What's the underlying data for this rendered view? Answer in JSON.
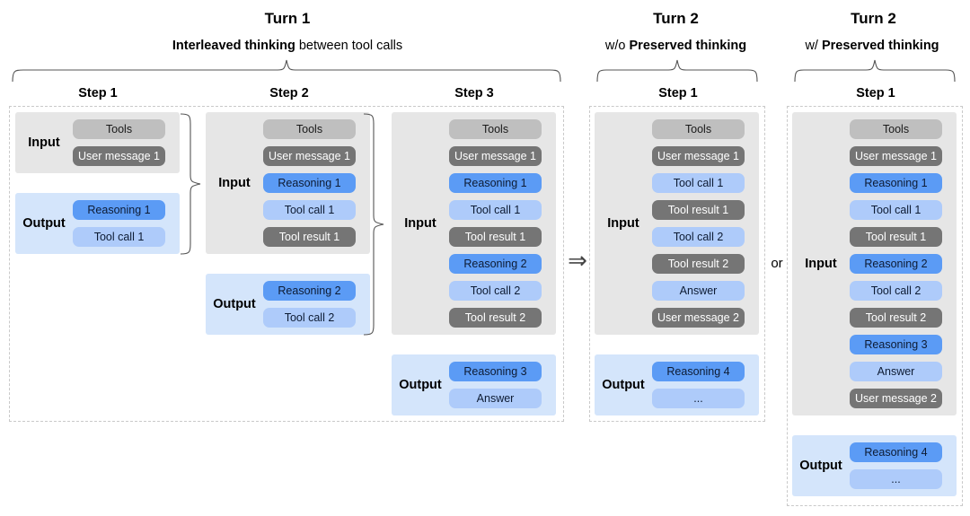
{
  "groups": [
    {
      "title": "Turn 1",
      "subtitle_bold": "Interleaved thinking",
      "subtitle_rest": " between tool calls"
    },
    {
      "title": "Turn 2",
      "subtitle_pre": "w/o ",
      "subtitle_bold": "Preserved thinking"
    },
    {
      "title": "Turn 2",
      "subtitle_pre": "w/ ",
      "subtitle_bold": "Preserved thinking"
    }
  ],
  "steps": {
    "t1s1": "Step 1",
    "t1s2": "Step 2",
    "t1s3": "Step 3",
    "t2a": "Step 1",
    "t2b": "Step 1"
  },
  "labels": {
    "input": "Input",
    "output": "Output",
    "or": "or",
    "arrow": "⇒"
  },
  "pills": {
    "tools": "Tools",
    "user1": "User message 1",
    "user2": "User message 2",
    "reason1": "Reasoning 1",
    "reason2": "Reasoning 2",
    "reason3": "Reasoning 3",
    "reason4": "Reasoning 4",
    "call1": "Tool call 1",
    "call2": "Tool call 2",
    "result1": "Tool result 1",
    "result2": "Tool result 2",
    "answer": "Answer",
    "ellipsis": "..."
  },
  "colors": {
    "tools": "#bfbfbf",
    "user_message": "#757575",
    "reasoning": "#5b9bf5",
    "tool_call": "#aecbfa",
    "input_bg": "#e6e6e6",
    "output_bg": "#d4e5fb",
    "region_border": "#c9c9c9"
  },
  "columns": {
    "t1_step1": {
      "input": [
        "tools",
        "user1"
      ],
      "output": [
        "reason1",
        "call1"
      ]
    },
    "t1_step2": {
      "input": [
        "tools",
        "user1",
        "reason1",
        "call1",
        "result1"
      ],
      "output": [
        "reason2",
        "call2"
      ]
    },
    "t1_step3": {
      "input": [
        "tools",
        "user1",
        "reason1",
        "call1",
        "result1",
        "reason2",
        "call2",
        "result2"
      ],
      "output": [
        "reason3",
        "answer"
      ]
    },
    "t2_wo_step1": {
      "input": [
        "tools",
        "user1",
        "call1",
        "result1",
        "call2",
        "result2",
        "answer",
        "user2"
      ],
      "output": [
        "reason4",
        "ellipsis"
      ]
    },
    "t2_w_step1": {
      "input": [
        "tools",
        "user1",
        "reason1",
        "call1",
        "result1",
        "reason2",
        "call2",
        "result2",
        "reason3",
        "answer",
        "user2"
      ],
      "output": [
        "reason4",
        "ellipsis"
      ]
    }
  }
}
